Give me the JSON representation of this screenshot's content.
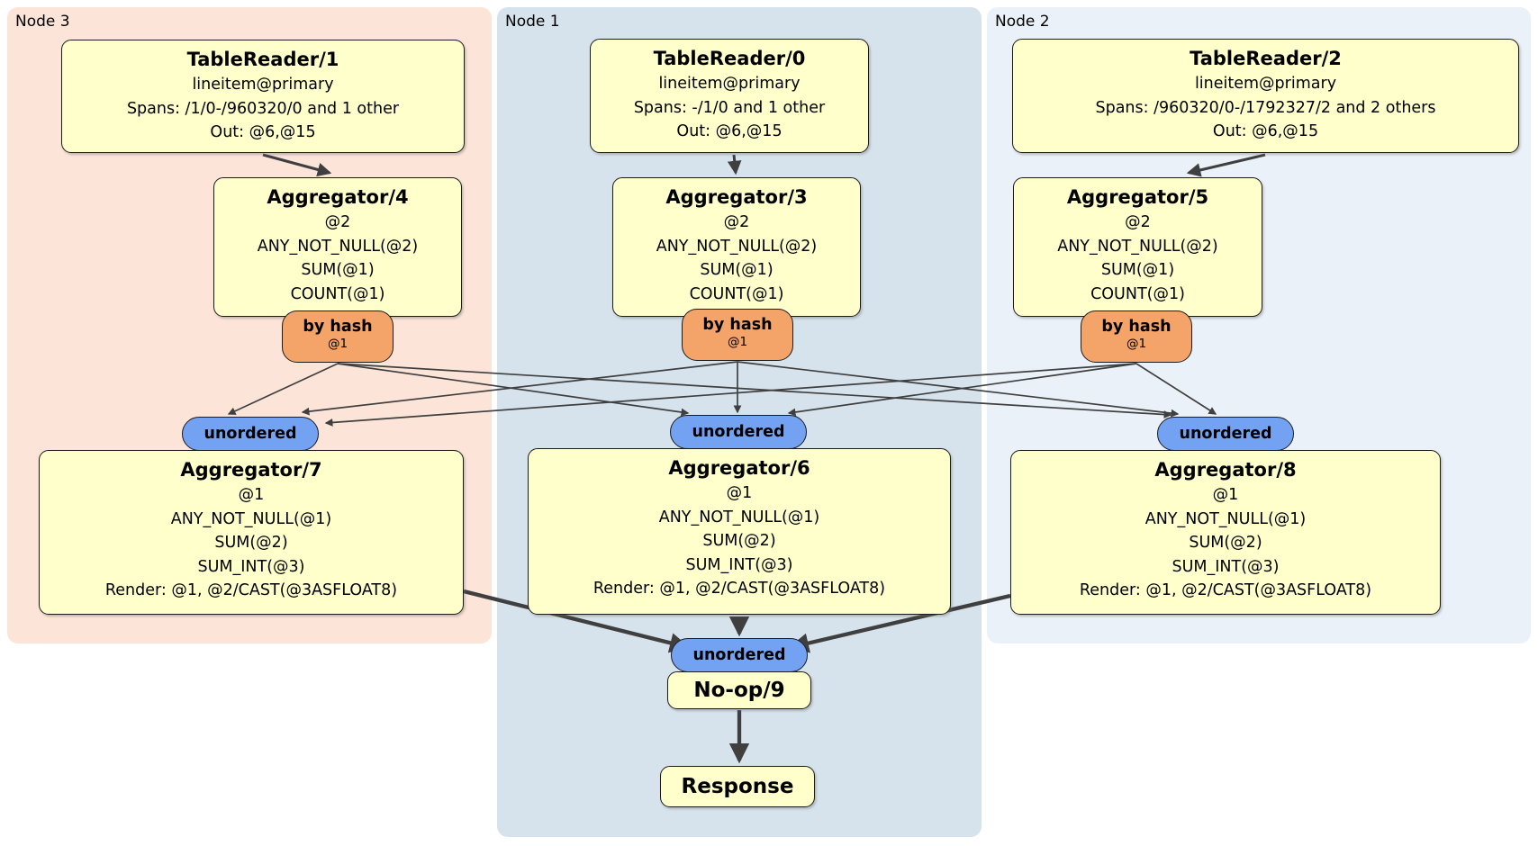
{
  "diagram": {
    "groups": [
      {
        "id": "node3",
        "label": "Node 3"
      },
      {
        "id": "node1",
        "label": "Node 1"
      },
      {
        "id": "node2",
        "label": "Node 2"
      }
    ],
    "processors": {
      "tr1": {
        "title": "TableReader/1",
        "lines": [
          "lineitem@primary",
          "Spans: /1/0-/960320/0 and 1 other",
          "Out: @6,@15"
        ]
      },
      "tr0": {
        "title": "TableReader/0",
        "lines": [
          "lineitem@primary",
          "Spans: -/1/0 and 1 other",
          "Out: @6,@15"
        ]
      },
      "tr2": {
        "title": "TableReader/2",
        "lines": [
          "lineitem@primary",
          "Spans: /960320/0-/1792327/2 and 2 others",
          "Out: @6,@15"
        ]
      },
      "agg4": {
        "title": "Aggregator/4",
        "lines": [
          "@2",
          "ANY_NOT_NULL(@2)",
          "SUM(@1)",
          "COUNT(@1)"
        ]
      },
      "agg3": {
        "title": "Aggregator/3",
        "lines": [
          "@2",
          "ANY_NOT_NULL(@2)",
          "SUM(@1)",
          "COUNT(@1)"
        ]
      },
      "agg5": {
        "title": "Aggregator/5",
        "lines": [
          "@2",
          "ANY_NOT_NULL(@2)",
          "SUM(@1)",
          "COUNT(@1)"
        ]
      },
      "agg7": {
        "title": "Aggregator/7",
        "lines": [
          "@1",
          "ANY_NOT_NULL(@1)",
          "SUM(@2)",
          "SUM_INT(@3)",
          "Render: @1, @2/CAST(@3ASFLOAT8)"
        ]
      },
      "agg6": {
        "title": "Aggregator/6",
        "lines": [
          "@1",
          "ANY_NOT_NULL(@1)",
          "SUM(@2)",
          "SUM_INT(@3)",
          "Render: @1, @2/CAST(@3ASFLOAT8)"
        ]
      },
      "agg8": {
        "title": "Aggregator/8",
        "lines": [
          "@1",
          "ANY_NOT_NULL(@1)",
          "SUM(@2)",
          "SUM_INT(@3)",
          "Render: @1, @2/CAST(@3ASFLOAT8)"
        ]
      },
      "noop": {
        "title": "No-op/9"
      },
      "response": {
        "title": "Response"
      }
    },
    "router": {
      "label": "by hash",
      "detail": "@1"
    },
    "stream": {
      "label": "unordered"
    },
    "colors": {
      "node3_bg": "#fce4d8",
      "node1_bg": "#d6e3ec",
      "node2_bg": "#ebf1f9",
      "processor_bg": "#ffffcc",
      "router_bg": "#f4a369",
      "stream_bg": "#74a2f2",
      "edge": "#3f3f3f"
    }
  }
}
